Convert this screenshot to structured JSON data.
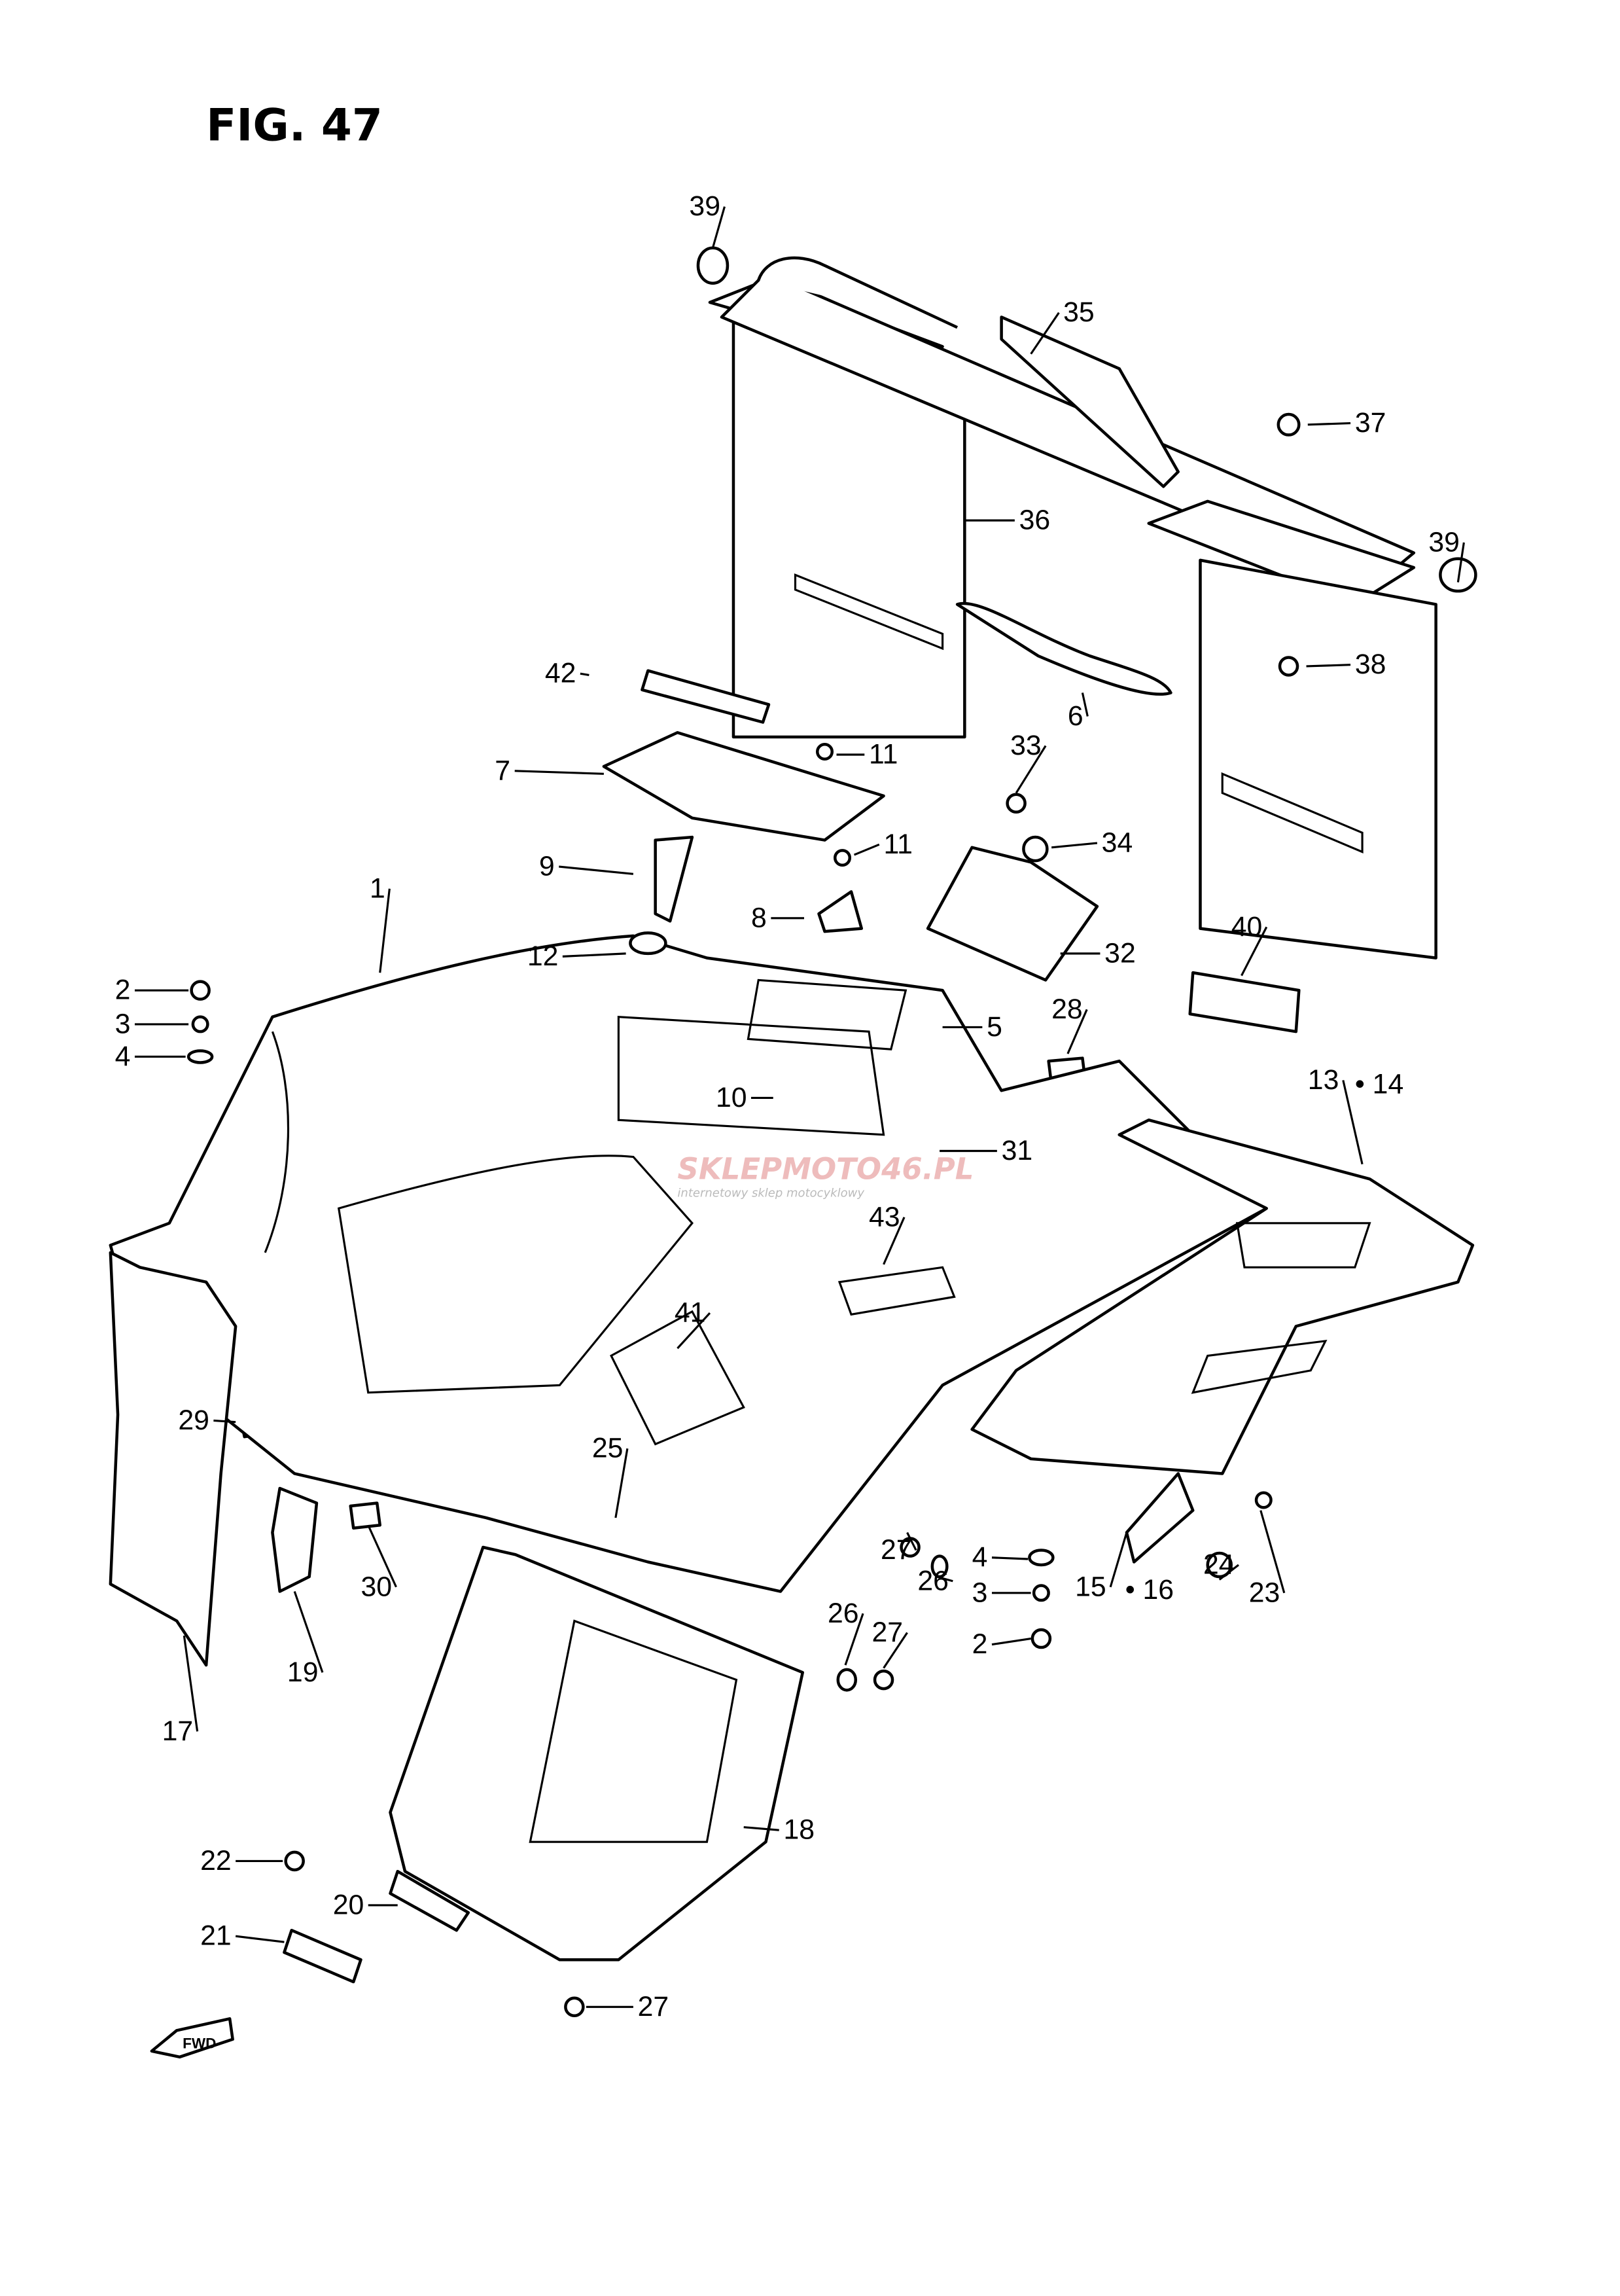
{
  "figure": {
    "title": "FIG. 47"
  },
  "fwd_arrow": {
    "label": "FWD"
  },
  "watermark": {
    "main": "SKLEPMOTO46.PL",
    "sub": "internetowy sklep motocyklowy",
    "accent": "#e05050"
  },
  "callouts": [
    "39",
    "35",
    "37",
    "36",
    "39",
    "42",
    "6",
    "38",
    "11",
    "7",
    "33",
    "11",
    "34",
    "9",
    "8",
    "1",
    "40",
    "32",
    "12",
    "2",
    "5",
    "28",
    "3",
    "4",
    "13",
    "• 14",
    "10",
    "31",
    "43",
    "41",
    "25",
    "29",
    "30",
    "27",
    "26",
    "4",
    "15",
    "• 16",
    "24",
    "23",
    "3",
    "2",
    "26",
    "27",
    "19",
    "17",
    "18",
    "22",
    "20",
    "21",
    "27"
  ]
}
